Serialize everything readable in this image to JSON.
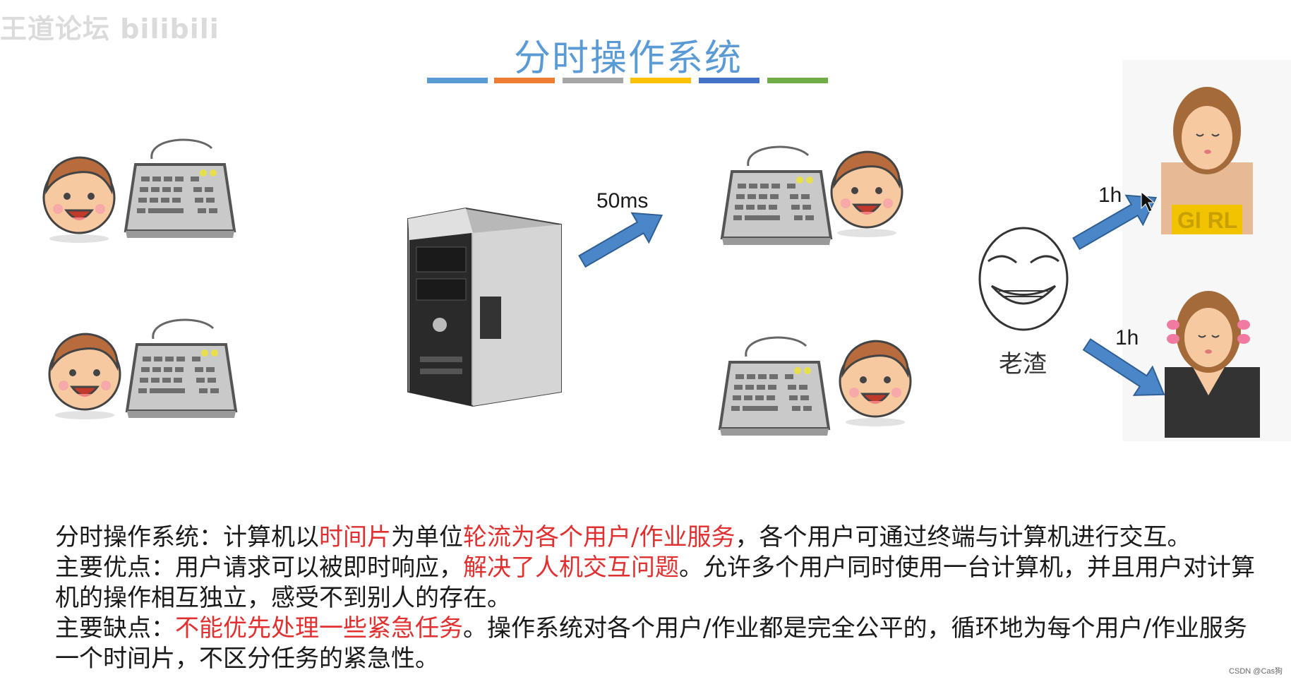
{
  "watermark": {
    "text": "王道论坛 bilibili"
  },
  "slide": {
    "title": "分时操作系统",
    "title_bar_colors": [
      "#5b9bd5",
      "#ed7d31",
      "#a5a5a5",
      "#ffc000",
      "#4472c4",
      "#70ad47"
    ]
  },
  "diagram": {
    "server_arrow_label": "50ms",
    "player_label": "老渣",
    "arrow_top_label": "1h",
    "arrow_bottom_label": "1h",
    "shirt_text": "GI RL",
    "colors": {
      "arrow": "#4a86c8",
      "face": "#f6c9a0",
      "hair": "#b86b3c",
      "keyboard": "#c9c9c9"
    }
  },
  "description": {
    "line1_a": "分时操作系统：计算机以",
    "line1_hl1": "时间片",
    "line1_b": "为单位",
    "line1_hl2": "轮流为各个用户/作业服务",
    "line1_c": "，各个用户可通过终端与计算机进行交互。",
    "line2_a": "主要优点：用户请求可以被即时响应，",
    "line2_hl": "解决了人机交互问题",
    "line2_b": "。允许多个用户同时使用一台计算机，并且用户对计算机的操作相互独立，感受不到别人的存在。",
    "line3_a": "主要缺点：",
    "line3_hl": "不能优先处理一些紧急任务",
    "line3_b": "。操作系统对各个用户/作业都是完全公平的，循环地为每个用户/作业服务一个时间片，不区分任务的紧急性。"
  },
  "footer": {
    "credit": "CSDN @Cas狗"
  }
}
